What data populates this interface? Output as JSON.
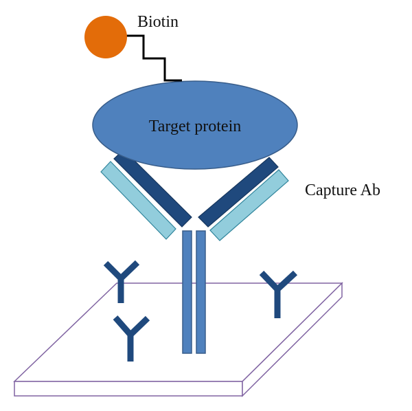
{
  "labels": {
    "biotin": "Biotin",
    "target_protein": "Target protein",
    "capture_ab": "Capture Ab"
  },
  "colors": {
    "biotin": "#E36C09",
    "protein_fill": "#4F81BD",
    "protein_stroke": "#385D8A",
    "heavy_chain": "#1F497D",
    "light_chain": "#92CDDC",
    "stem": "#4F81BD",
    "surface_edge": "#8064A2",
    "small_antibody": "#1F497D",
    "linker": "#000000"
  },
  "icons": {
    "biotin": "orange-circle",
    "linker": "step-line",
    "capture_antibody": "y-shaped-antibody",
    "surface_antibody": "small-y-antibody",
    "surface": "flat-plate"
  }
}
